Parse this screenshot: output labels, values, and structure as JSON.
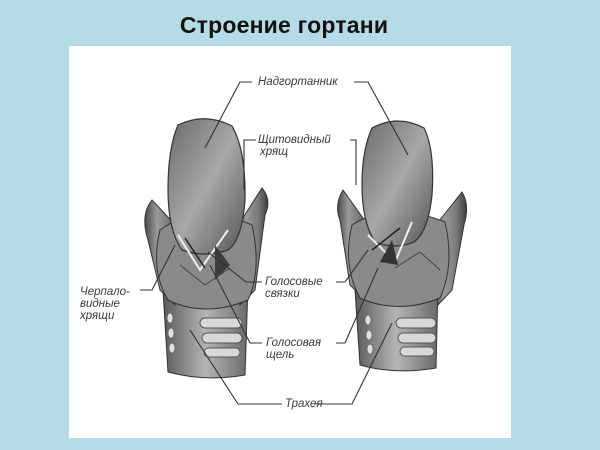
{
  "slide": {
    "title": "Строение гортани",
    "background_color": "#b5dce6",
    "panel_color": "#ffffff"
  },
  "diagram": {
    "subject": "larynx-structure",
    "views": [
      "left-larynx-view",
      "right-larynx-view"
    ],
    "labels": {
      "epiglottis": "Надгортанник",
      "thyroid_cartilage_l1": "Щитовидный",
      "thyroid_cartilage_l2": "хрящ",
      "vocal_cords_l1": "Голосовые",
      "vocal_cords_l2": "связки",
      "glottis_l1": "Голосовая",
      "glottis_l2": "щель",
      "arytenoid_l1": "Черпало-",
      "arytenoid_l2": "видные",
      "arytenoid_l3": "хрящи",
      "trachea": "Трахея"
    },
    "line_color": "#333333",
    "label_color": "#3a3a3a"
  }
}
